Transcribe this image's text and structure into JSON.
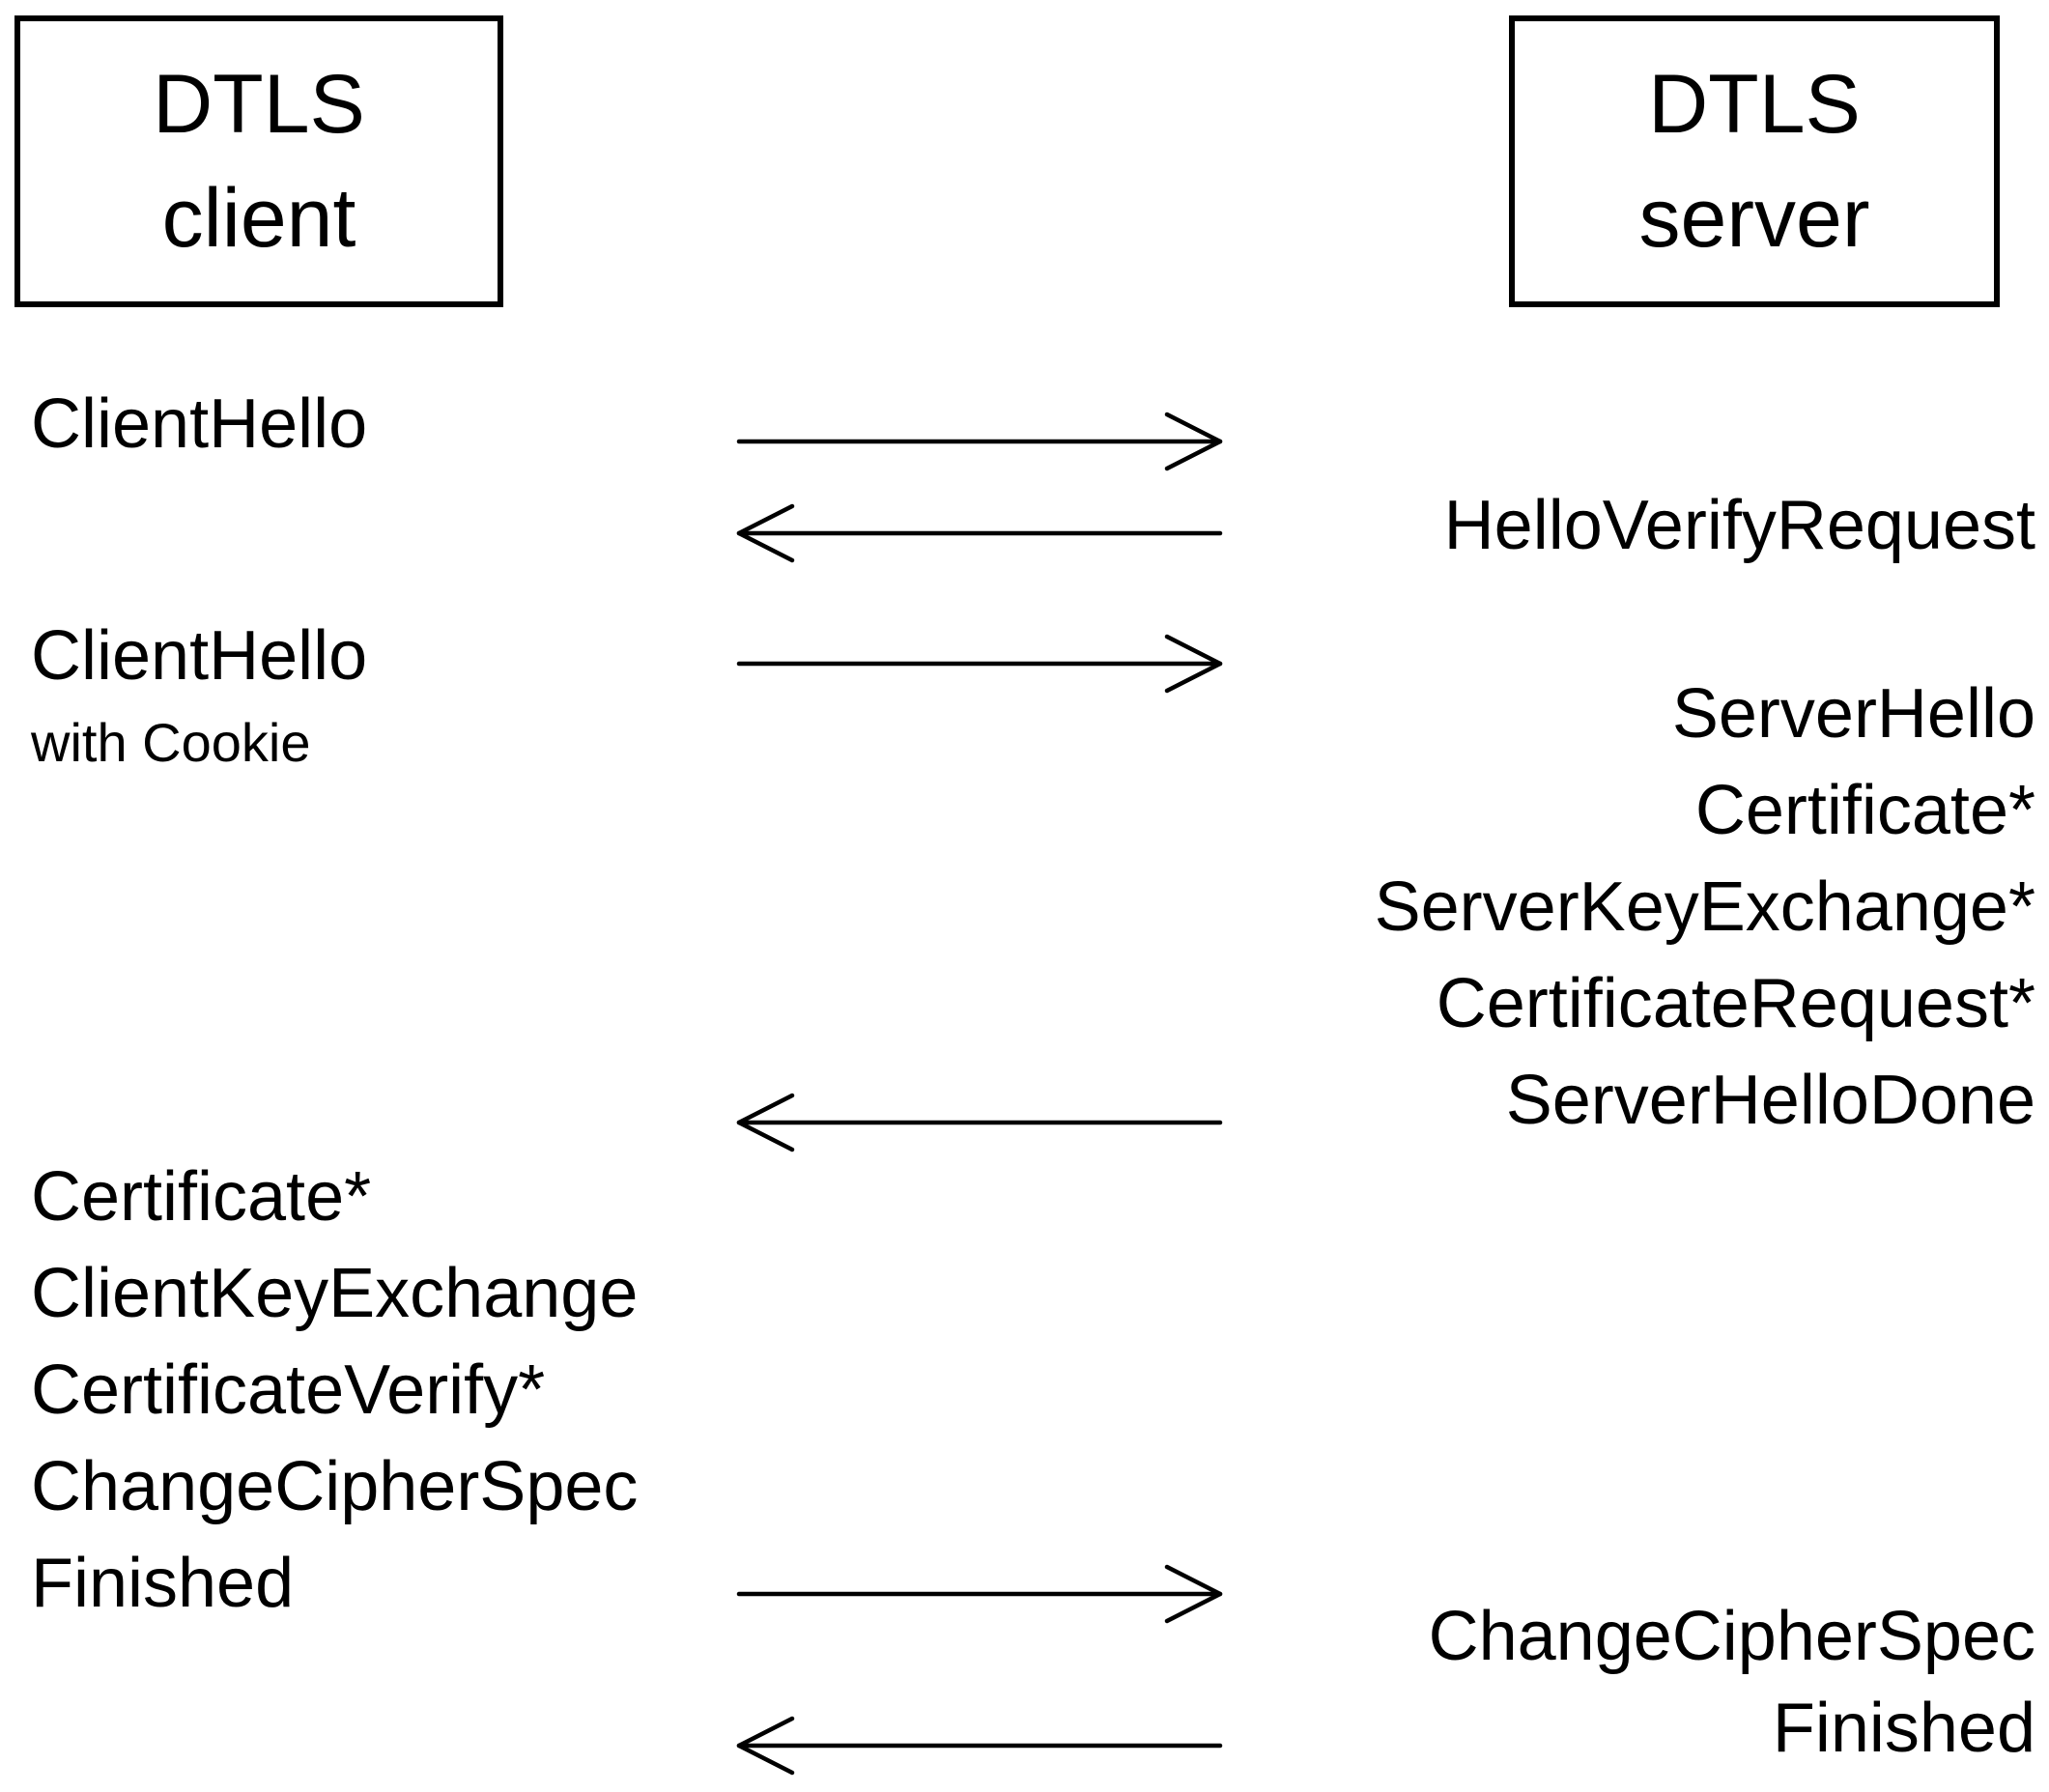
{
  "client": {
    "line1": "DTLS",
    "line2": "client"
  },
  "server": {
    "line1": "DTLS",
    "line2": "server"
  },
  "client_messages": [
    "ClientHello",
    "ClientHello",
    "with Cookie",
    "Certificate*",
    "ClientKeyExchange",
    "CertificateVerify*",
    "ChangeCipherSpec",
    "Finished"
  ],
  "server_messages": [
    "HelloVerifyRequest",
    "ServerHello",
    "Certificate*",
    "ServerKeyExchange*",
    "CertificateRequest*",
    "ServerHelloDone",
    "ChangeCipherSpec",
    "Finished"
  ],
  "arrows": [
    {
      "direction": "to-server"
    },
    {
      "direction": "to-client"
    },
    {
      "direction": "to-server"
    },
    {
      "direction": "to-client"
    },
    {
      "direction": "to-server"
    },
    {
      "direction": "to-client"
    }
  ],
  "colors": {
    "stroke": "#000000",
    "background": "#ffffff"
  }
}
